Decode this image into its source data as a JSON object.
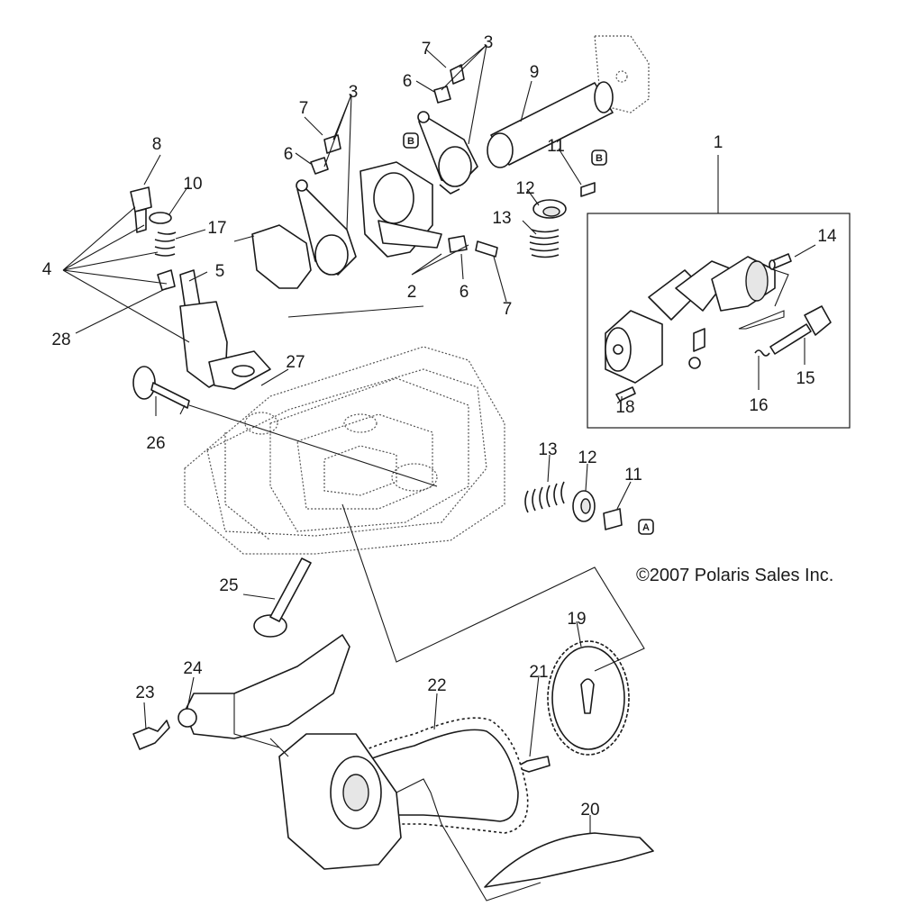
{
  "diagram": {
    "copyright": "©2007 Polaris Sales Inc.",
    "callouts": {
      "c1": "1",
      "c2": "2",
      "c3a": "3",
      "c3b": "3",
      "c4": "4",
      "c5": "5",
      "c6a": "6",
      "c6b": "6",
      "c6c": "6",
      "c7a": "7",
      "c7b": "7",
      "c7c": "7",
      "c8": "8",
      "c9": "9",
      "c10": "10",
      "c11a": "11",
      "c11b": "11",
      "c12a": "12",
      "c12b": "12",
      "c13a": "13",
      "c13b": "13",
      "c14": "14",
      "c15": "15",
      "c16": "16",
      "c17": "17",
      "c18": "18",
      "c19": "19",
      "c20": "20",
      "c21": "21",
      "c22": "22",
      "c23": "23",
      "c24": "24",
      "c25": "25",
      "c26": "26",
      "c27": "27",
      "c28": "28"
    },
    "tags": {
      "tagB1": "B",
      "tagB2": "B",
      "tagA": "A"
    }
  }
}
